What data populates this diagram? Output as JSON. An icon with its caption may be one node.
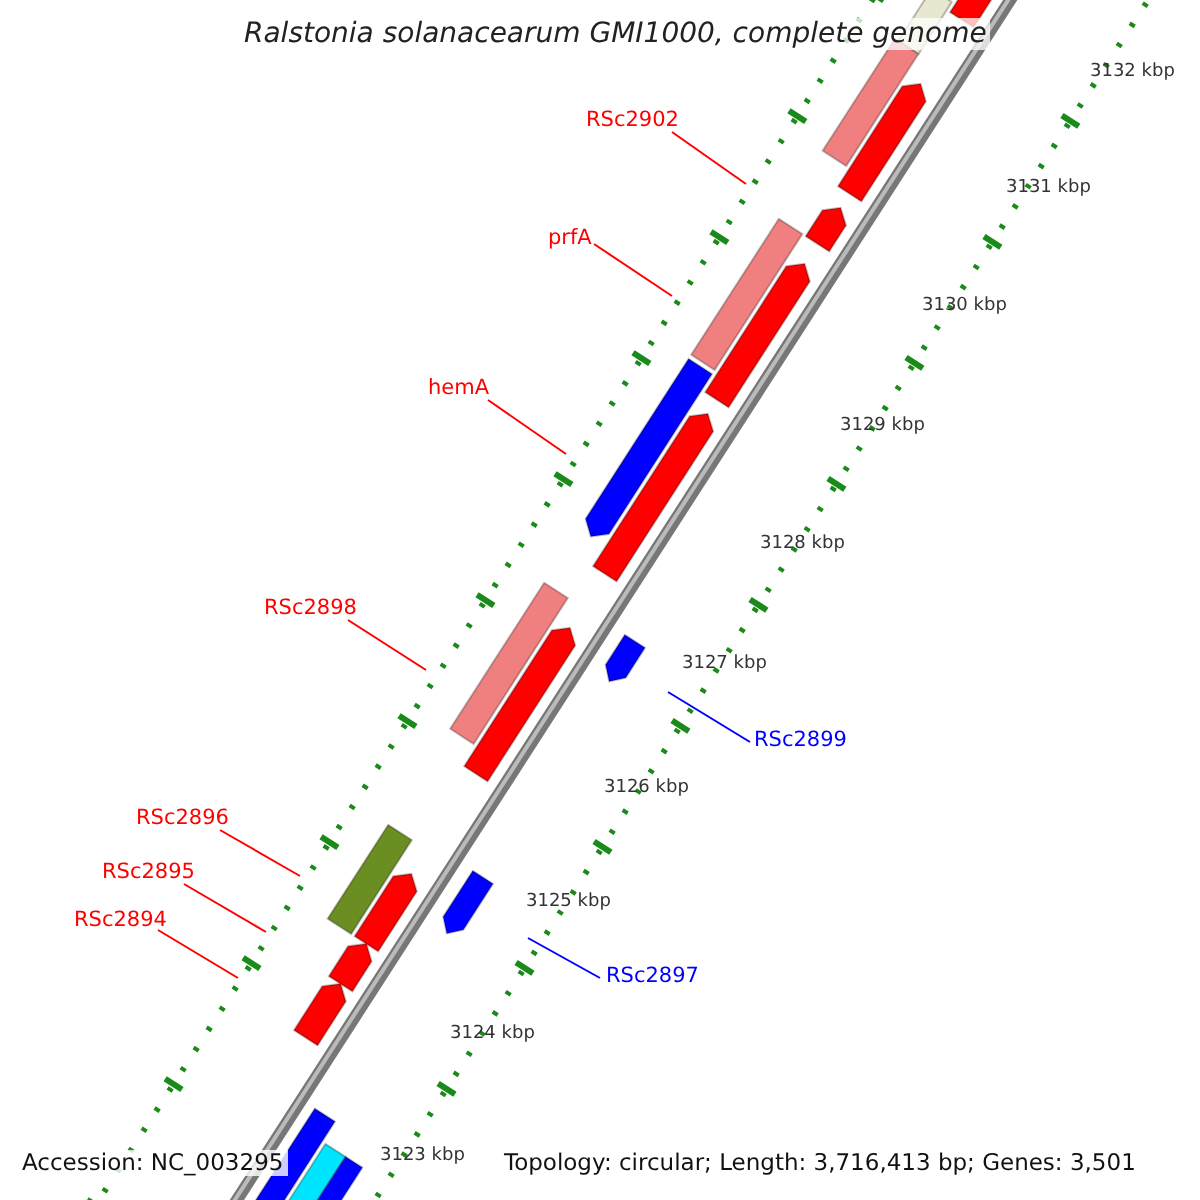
{
  "diagram": {
    "title": "Ralstonia solanacearum GMI1000, complete genome",
    "nodes": [
      {
        "text": [
          "RSc2902"
        ]
      },
      {
        "text": [
          "prfA"
        ]
      },
      {
        "text": [
          "hemA"
        ]
      },
      {
        "text": [
          "RSc2898"
        ]
      },
      {
        "text": [
          "RSc2899"
        ]
      },
      {
        "text": [
          "RSc2896"
        ]
      },
      {
        "text": [
          "RSc2895"
        ]
      },
      {
        "text": [
          "RSc2894"
        ]
      },
      {
        "text": [
          "RSc2897"
        ]
      }
    ],
    "edges": [
      {
        "from": 0,
        "to": null,
        "arrow": "none"
      },
      {
        "from": 1,
        "to": null,
        "arrow": "none"
      },
      {
        "from": 2,
        "to": null,
        "arrow": "none"
      },
      {
        "from": 3,
        "to": null,
        "arrow": "none"
      },
      {
        "from": 4,
        "to": null,
        "arrow": "none",
        "color": "#0000ff"
      },
      {
        "from": 5,
        "to": null,
        "arrow": "none"
      },
      {
        "from": 6,
        "to": null,
        "arrow": "none"
      },
      {
        "from": 7,
        "to": null,
        "arrow": "none"
      },
      {
        "from": 8,
        "to": null,
        "arrow": "none",
        "color": "#0000ff"
      }
    ],
    "labels": [
      "3132 kbp",
      "3131 kbp",
      "3130 kbp",
      "3129 kbp",
      "3128 kbp",
      "3127 kbp",
      "3126 kbp",
      "3125 kbp",
      "3124 kbp",
      "3123 kbp",
      "Accession: NC_003295",
      "Topology: circular; Length: 3,716,413 bp; Genes: 3,501"
    ]
  }
}
